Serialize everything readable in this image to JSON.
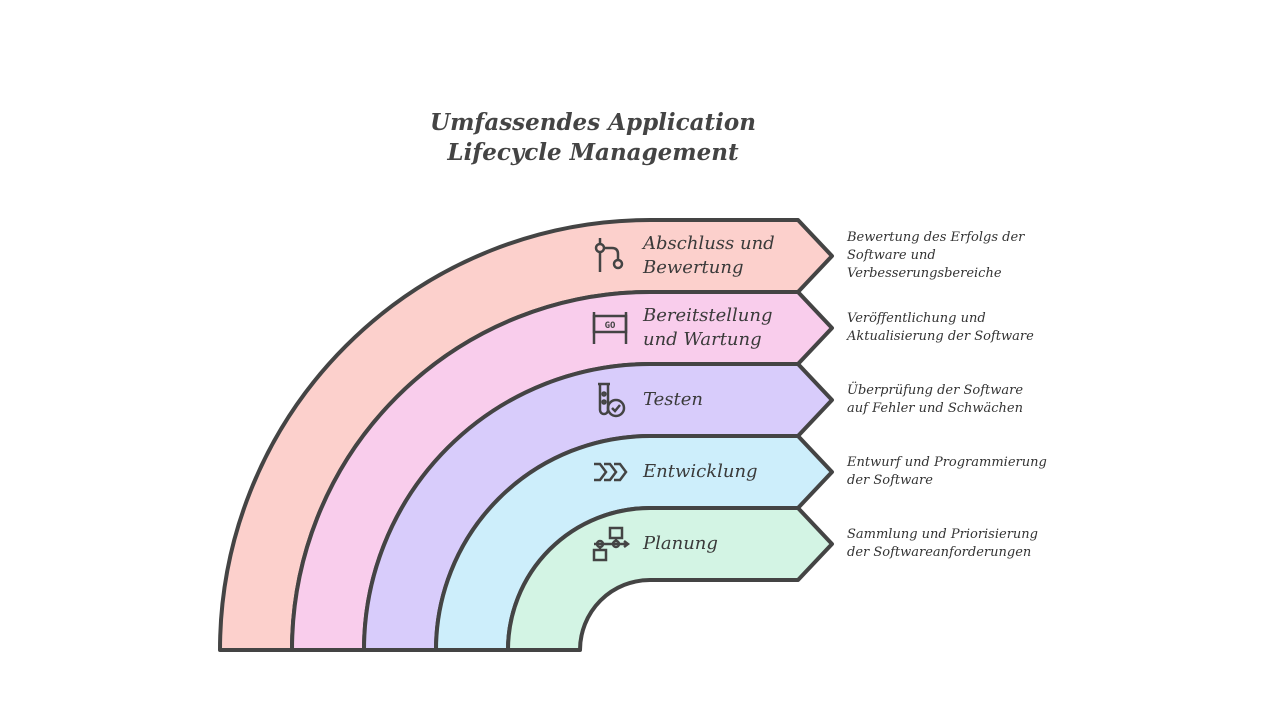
{
  "title": "Umfassendes Application Lifecycle Management",
  "colors": {
    "stroke": "#444444"
  },
  "stages": [
    {
      "label": "Abschluss und Bewertung",
      "description": "Bewertung des Erfolgs der Software und Verbesserungsbereiche",
      "icon": "branch-merge-icon",
      "color": "#fcd0cc"
    },
    {
      "label": "Bereitstellung und Wartung",
      "description": "Veröffentlichung und Aktualisierung der Software",
      "icon": "go-sign-icon",
      "icon_text": "GO",
      "color": "#f9cdec"
    },
    {
      "label": "Testen",
      "description": "Überprüfung der Software auf Fehler und Schwächen",
      "icon": "test-tube-check-icon",
      "color": "#d8ccfb"
    },
    {
      "label": "Entwicklung",
      "description": "Entwurf und Programmierung der Software",
      "icon": "chevrons-forward-icon",
      "color": "#cdeefb"
    },
    {
      "label": "Planung",
      "description": "Sammlung und Priorisierung der Softwareanforderungen",
      "icon": "flowchart-icon",
      "color": "#d3f4e4"
    }
  ]
}
